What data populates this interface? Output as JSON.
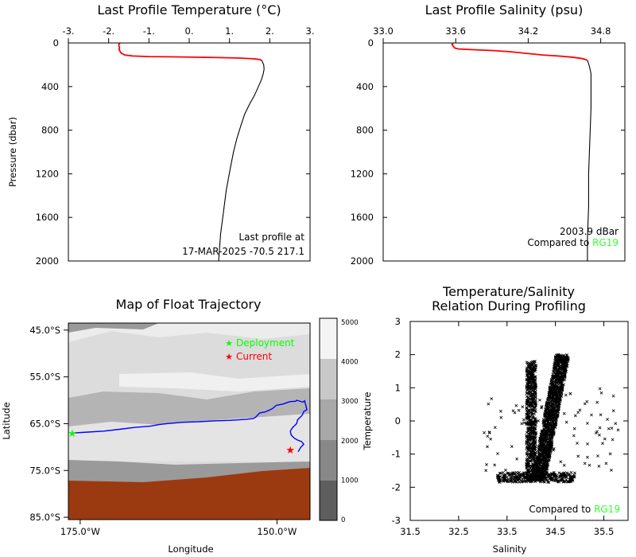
{
  "chart_data": [
    {
      "id": "temp",
      "type": "line",
      "title": "Last Profile Temperature (°C)",
      "xlabel": "",
      "ylabel": "Pressure (dbar)",
      "x_ticks": [
        "-3.",
        "-2.",
        "-1.",
        "0.",
        "1.",
        "2.",
        "3."
      ],
      "xlim": [
        -3,
        3
      ],
      "y_ticks": [
        "0",
        "400",
        "800",
        "1200",
        "1600",
        "2000"
      ],
      "ylim": [
        2000,
        0
      ],
      "annotation": [
        "Last profile at",
        "17-MAR-2025   -70.5 217.1"
      ],
      "series": [
        {
          "color": "#ff0000",
          "x": [
            -1.72,
            -1.75,
            -1.74,
            -1.73,
            -1.74,
            -1.72,
            -1.7,
            -1.6,
            -1.4,
            -1.0,
            -0.3,
            0.5,
            1.2,
            1.6,
            1.75,
            1.8
          ],
          "y": [
            0,
            15,
            30,
            45,
            60,
            75,
            90,
            110,
            120,
            125,
            128,
            132,
            138,
            145,
            152,
            160
          ]
        },
        {
          "color": "#000000",
          "x": [
            1.8,
            1.85,
            1.86,
            1.84,
            1.8,
            1.72,
            1.62,
            1.5,
            1.38,
            1.28,
            1.18,
            1.1,
            1.02,
            0.92,
            0.85,
            0.78,
            0.73
          ],
          "y": [
            160,
            200,
            240,
            280,
            330,
            400,
            480,
            560,
            650,
            760,
            880,
            1000,
            1150,
            1350,
            1550,
            1750,
            2000
          ]
        }
      ]
    },
    {
      "id": "salt",
      "type": "line",
      "title": "Last Profile Salinity (psu)",
      "xlabel": "",
      "ylabel": "",
      "x_ticks": [
        "33.0",
        "33.6",
        "34.2",
        "34.8"
      ],
      "xlim": [
        33.0,
        35.0
      ],
      "y_ticks": [
        "0",
        "400",
        "800",
        "1200",
        "1600",
        "2000"
      ],
      "ylim": [
        2000,
        0
      ],
      "annotation": [
        "2003.9 dBar",
        "Compared to ",
        "RG19"
      ],
      "series": [
        {
          "color": "#ff0000",
          "x": [
            33.58,
            33.57,
            33.58,
            33.59,
            33.62,
            33.75,
            33.92,
            34.05,
            34.18,
            34.32,
            34.45,
            34.56,
            34.63,
            34.67,
            34.69
          ],
          "y": [
            0,
            15,
            30,
            45,
            55,
            62,
            70,
            80,
            95,
            110,
            120,
            130,
            140,
            150,
            160
          ]
        },
        {
          "color": "#000000",
          "x": [
            34.69,
            34.7,
            34.71,
            34.72,
            34.72,
            34.72,
            34.72,
            34.71,
            34.7,
            34.7,
            34.69,
            34.69
          ],
          "y": [
            160,
            190,
            230,
            280,
            340,
            400,
            600,
            900,
            1200,
            1500,
            1800,
            2000
          ]
        }
      ]
    },
    {
      "id": "map",
      "type": "map",
      "title": "Map of Float Trajectory",
      "xlabel": "Longitude",
      "ylabel": "Latitude",
      "x_ticks": [
        "175.0°W",
        "150.0°W"
      ],
      "x_tick_values": [
        -175,
        -150
      ],
      "xlim": [
        -176.5,
        -145.8
      ],
      "y_ticks": [
        "45.0°S",
        "55.0°S",
        "65.0°S",
        "75.0°S",
        "85.0°S"
      ],
      "y_tick_values": [
        -45,
        -55,
        -65,
        -75,
        -85
      ],
      "ylim": [
        -85.5,
        -43.5
      ],
      "legend": [
        "Deployment",
        "Current"
      ],
      "legend_colors": [
        "#00ff00",
        "#ff0000"
      ],
      "colorbar_ticks": [
        "5000",
        "4000",
        "3000",
        "2000",
        "1000",
        "0"
      ],
      "trajectory": {
        "color": "#0000ff",
        "lon": [
          -176.0,
          -174.0,
          -172.0,
          -170.0,
          -168.0,
          -166.0,
          -165.0,
          -164.0,
          -162.0,
          -160.0,
          -158.0,
          -156.0,
          -154.0,
          -153.0,
          -152.7,
          -152.2,
          -151.5,
          -150.6,
          -150.1,
          -149.2,
          -148.4,
          -147.6,
          -147.5,
          -146.7,
          -146.5,
          -146.3,
          -146.2,
          -146.6,
          -146.8,
          -147.4,
          -147.5,
          -148.0,
          -148.3,
          -148.2,
          -147.8,
          -147.4,
          -146.9,
          -146.6,
          -147.0,
          -147.3
        ],
        "lat": [
          -67.0,
          -66.8,
          -66.6,
          -66.2,
          -65.8,
          -65.5,
          -65.2,
          -65.0,
          -64.7,
          -64.6,
          -64.4,
          -64.3,
          -64.1,
          -63.9,
          -63.6,
          -62.7,
          -62.5,
          -61.8,
          -61.1,
          -60.8,
          -60.3,
          -60.2,
          -60.0,
          -60.4,
          -60.1,
          -61.3,
          -62.0,
          -62.4,
          -63.2,
          -64.2,
          -65.0,
          -65.8,
          -66.6,
          -67.4,
          -68.1,
          -68.5,
          -68.8,
          -69.4,
          -70.1,
          -71.0
        ]
      },
      "deployment": {
        "lon": -176.0,
        "lat": -67.0
      },
      "current": {
        "lon": -148.3,
        "lat": -70.5
      }
    },
    {
      "id": "ts",
      "type": "scatter",
      "title": "Temperature/Salinity",
      "subtitle": "Relation During Profiling",
      "xlabel": "Salinity",
      "ylabel": "Temperature",
      "x_ticks": [
        "31.5",
        "32.5",
        "33.5",
        "34.5",
        "35.5"
      ],
      "x_tick_values": [
        31.5,
        32.5,
        33.5,
        34.5,
        35.5
      ],
      "xlim": [
        31.5,
        36.0
      ],
      "y_ticks": [
        "3",
        "2",
        "1",
        "0",
        "-1",
        "-2",
        "-3"
      ],
      "y_tick_values": [
        3,
        2,
        1,
        0,
        -1,
        -2,
        -3
      ],
      "ylim": [
        -3,
        3
      ],
      "annotation": [
        "Compared to ",
        "RG19"
      ],
      "clusters": [
        {
          "x": [
            33.9,
            34.1
          ],
          "y": [
            -1.8,
            1.8
          ],
          "n": 650,
          "shape": "box"
        },
        {
          "x": [
            34.1,
            34.72
          ],
          "y": [
            -1.8,
            2.0
          ],
          "n": 1300,
          "shape": "band"
        },
        {
          "x": [
            33.3,
            34.9
          ],
          "y": [
            -1.85,
            -1.55
          ],
          "n": 300,
          "shape": "box"
        },
        {
          "x": [
            33.0,
            35.8
          ],
          "y": [
            -1.5,
            1.0
          ],
          "n": 90,
          "shape": "box"
        }
      ]
    }
  ]
}
